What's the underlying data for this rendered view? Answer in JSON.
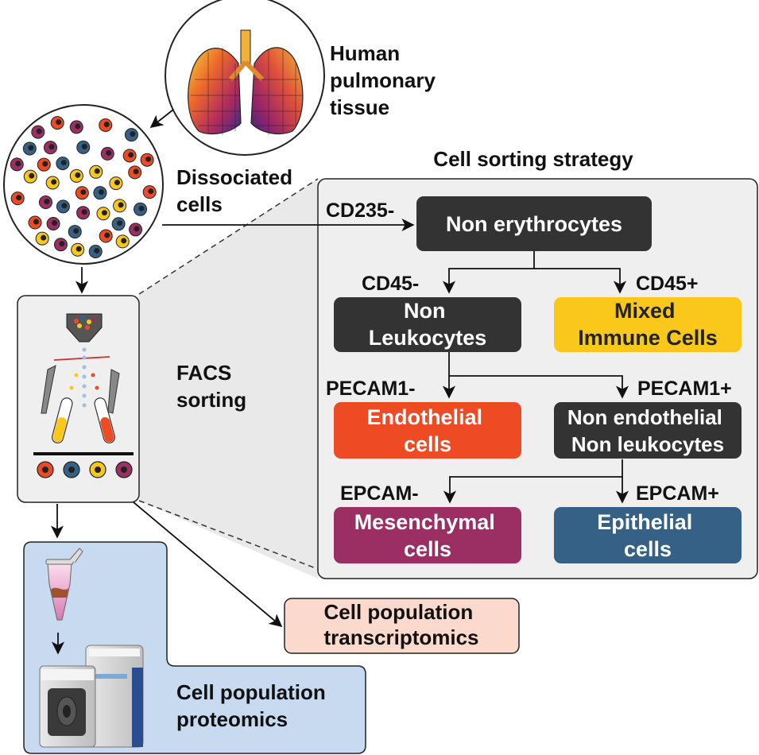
{
  "labels": {
    "tissue": [
      "Human",
      "pulmonary",
      "tissue"
    ],
    "dissociated": [
      "Dissociated",
      "cells"
    ],
    "facs": [
      "FACS",
      "sorting"
    ],
    "strategy_title": "Cell sorting strategy"
  },
  "markers": {
    "cd235": "CD235-",
    "cd45_neg": "CD45-",
    "cd45_pos": "CD45+",
    "pecam_neg": "PECAM1-",
    "pecam_pos": "PECAM1+",
    "epcam_neg": "EPCAM-",
    "epcam_pos": "EPCAM+"
  },
  "nodes": {
    "non_erythro": [
      "Non erythrocytes"
    ],
    "non_leuko": [
      "Non",
      "Leukocytes"
    ],
    "mixed_immune": [
      "Mixed",
      "Immune Cells"
    ],
    "endothelial": [
      "Endothelial",
      "cells"
    ],
    "non_endo": [
      "Non endothelial",
      "Non leukocytes"
    ],
    "mesenchymal": [
      "Mesenchymal",
      "cells"
    ],
    "epithelial": [
      "Epithelial",
      "cells"
    ]
  },
  "outputs": {
    "transcriptomics": [
      "Cell population",
      "transcriptomics"
    ],
    "proteomics": [
      "Cell population",
      "proteomics"
    ]
  },
  "colors": {
    "dark_box": "#333333",
    "immune": "#f9c81a",
    "endothelial": "#ee4b25",
    "mesenchymal": "#9b2e63",
    "epithelial": "#366187",
    "panel_bg": "#efefef",
    "transcriptomics_bg": "#fbd9cc",
    "proteomics_bg": "#c7daef"
  }
}
